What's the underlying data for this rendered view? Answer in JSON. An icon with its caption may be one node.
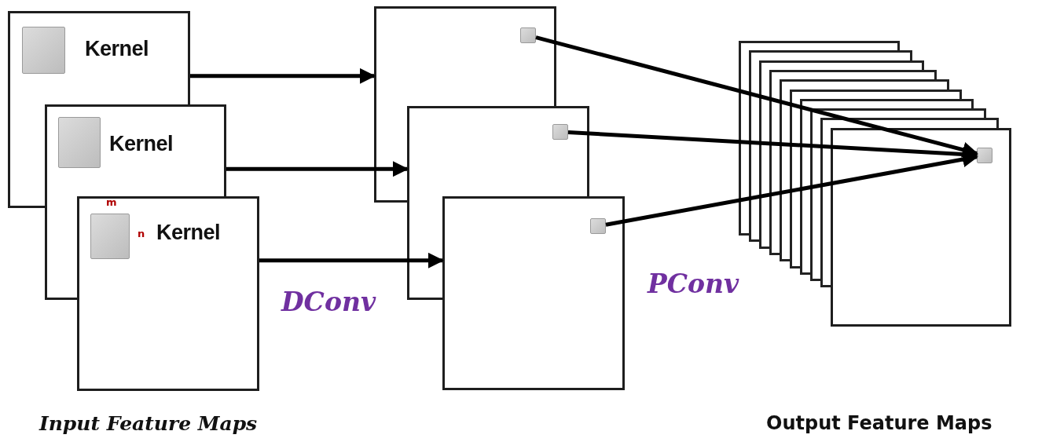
{
  "diagram": {
    "nodes": [
      {
        "text": [
          "Kernel"
        ]
      },
      {
        "text": [
          "Kernel"
        ]
      },
      {
        "text": [
          "Kernel"
        ]
      },
      {
        "text": [],
        "shape": "box"
      },
      {
        "text": [],
        "shape": "box",
        "in": 3
      },
      {
        "text": [],
        "shape": "box"
      },
      {
        "text": [],
        "shape": "box",
        "in": 5
      },
      {
        "text": [],
        "shape": "box"
      },
      {
        "text": [],
        "shape": "box",
        "in": 7
      },
      {
        "text": [],
        "shape": "box"
      },
      {
        "text": [],
        "shape": "box",
        "in": 9
      }
    ],
    "edges": [
      {
        "from": 0,
        "to": 3,
        "arrow": "to"
      },
      {
        "from": 1,
        "to": 5,
        "arrow": "to"
      },
      {
        "from": 2,
        "to": 7,
        "arrow": "to"
      },
      {
        "from": 4,
        "to": 10,
        "arrow": "to"
      },
      {
        "from": 6,
        "to": 10,
        "arrow": "to"
      },
      {
        "from": 8,
        "to": 10,
        "arrow": "to"
      }
    ],
    "labels": [
      "m",
      "n",
      "DConv",
      "PConv",
      "Input Feature Maps",
      "Output Feature Maps"
    ]
  }
}
